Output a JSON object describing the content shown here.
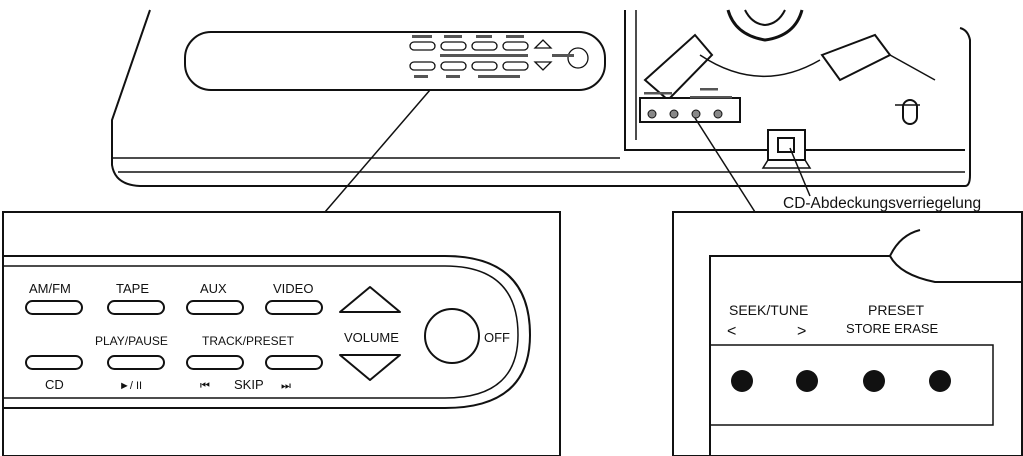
{
  "callout": {
    "cd_cover_lock_label": "CD-Abdeckungsverriegelung"
  },
  "left_panel": {
    "buttons": {
      "am_fm": "AM/FM",
      "tape": "TAPE",
      "aux": "AUX",
      "video": "VIDEO",
      "cd": "CD",
      "play_pause": "PLAY/PAUSE",
      "play_pause_symbol": "►/ II",
      "track_preset": "TRACK/PRESET",
      "skip_prev_symbol": "⏮",
      "skip": "SKIP",
      "skip_next_symbol": "⏭",
      "volume": "VOLUME",
      "off": "OFF"
    }
  },
  "right_panel": {
    "seek_tune": "SEEK/TUNE",
    "seek_prev": "<",
    "seek_next": ">",
    "preset": "PRESET",
    "store_erase": "STORE ERASE"
  },
  "colors": {
    "line": "#111111",
    "background": "#ffffff"
  }
}
